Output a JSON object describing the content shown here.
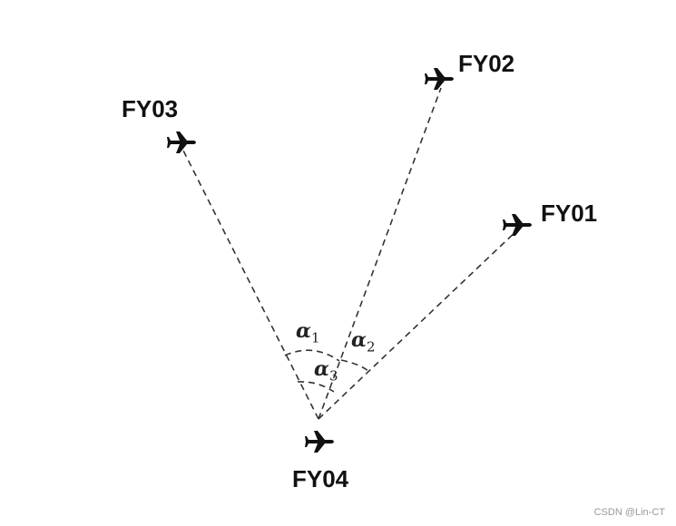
{
  "aircraft": [
    {
      "id": "FY01"
    },
    {
      "id": "FY02"
    },
    {
      "id": "FY03"
    },
    {
      "id": "FY04"
    }
  ],
  "angles": [
    {
      "symbol": "α",
      "sub": "1"
    },
    {
      "symbol": "α",
      "sub": "2"
    },
    {
      "symbol": "α",
      "sub": "3"
    }
  ],
  "watermark": "CSDN @Lin-CT",
  "colors": {
    "line": "#333333",
    "text": "#111111"
  }
}
